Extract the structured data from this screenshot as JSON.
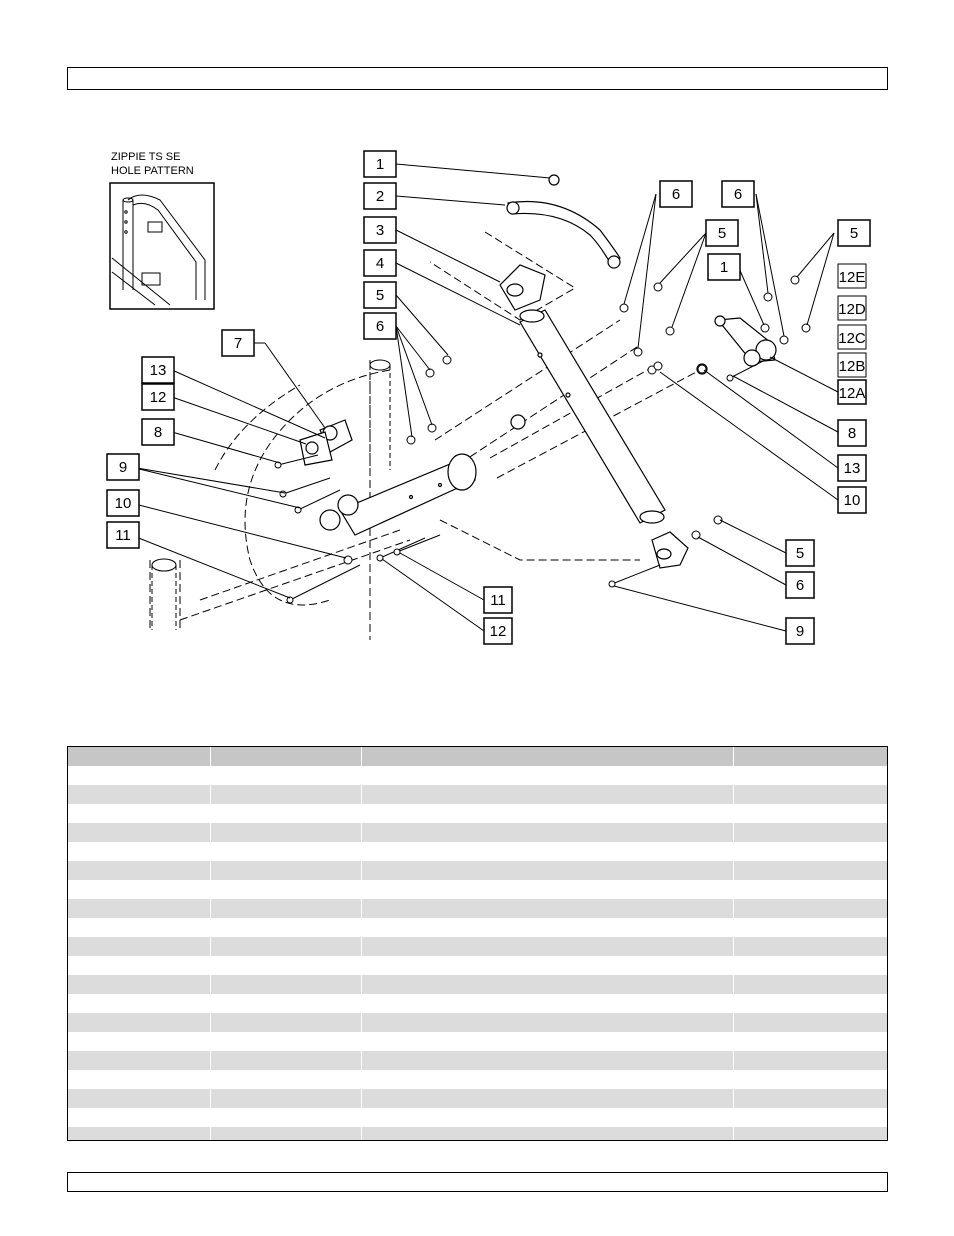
{
  "inset": {
    "caption_line1": "ZIPPIE TS SE",
    "caption_line2": "HOLE PATTERN"
  },
  "callouts": {
    "c1": "1",
    "c2": "2",
    "c3": "3",
    "c4": "4",
    "c5a": "5",
    "c6a": "6",
    "c7": "7",
    "c13a": "13",
    "c12a": "12",
    "c8a": "8",
    "c9a": "9",
    "c10a": "10",
    "c11a": "11",
    "c6b": "6",
    "c5b": "5",
    "c6c": "6",
    "c5c": "5",
    "c1b": "1",
    "c12e": "12E",
    "c12d": "12D",
    "c12c": "12C",
    "c12b": "12B",
    "c12ab": "12A",
    "c8b": "8",
    "c13b": "13",
    "c10b": "10",
    "c5d": "5",
    "c6d": "6",
    "c9b": "9",
    "c11b": "11",
    "c12f": "12"
  },
  "table": {
    "columns": 4,
    "rows": 20
  }
}
